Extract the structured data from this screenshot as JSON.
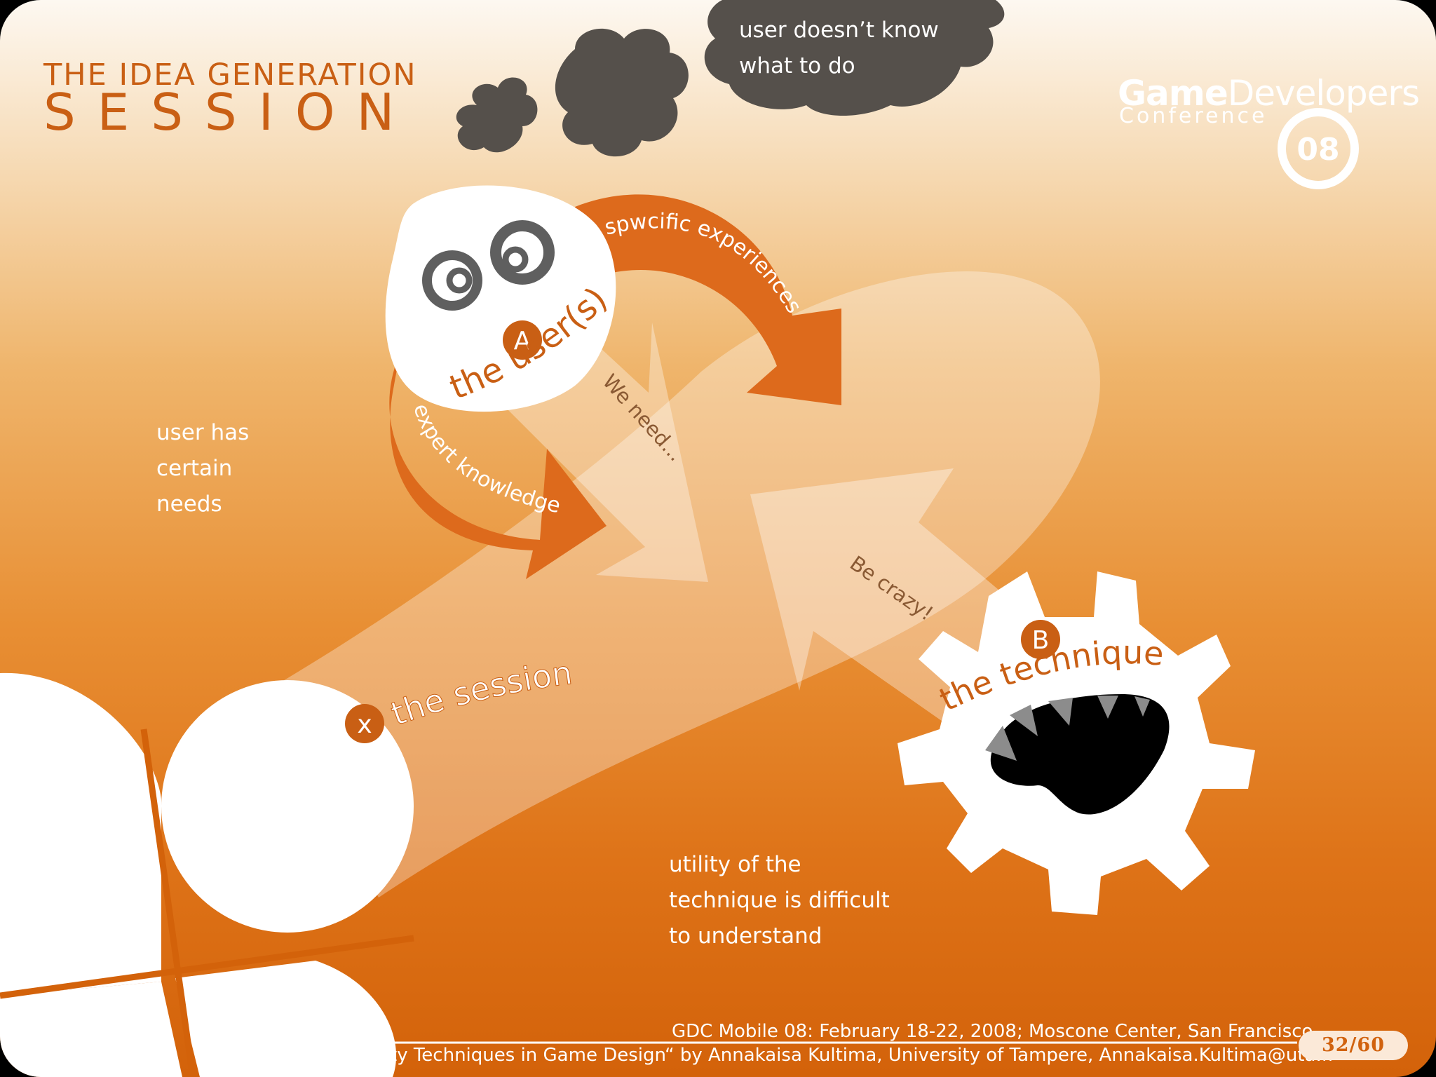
{
  "slide": {
    "title_line1": "THE IDEA GENERATION",
    "title_line2": "SESSION",
    "cloud_text_line1": "user doesn’t know",
    "cloud_text_line2": "what to do",
    "user_needs_lines": [
      "user has",
      "certain",
      "needs"
    ],
    "utility_lines": [
      "utility of the",
      "technique is difficult",
      "to understand"
    ],
    "nodes": {
      "user": {
        "letter": "A",
        "label": "the user(s)"
      },
      "technique": {
        "letter": "B",
        "label": "the technique"
      },
      "session": {
        "letter": "x",
        "label": "the session"
      }
    },
    "arrows": {
      "top": "spwcific experiences",
      "left": "expert knowledge",
      "we_need": "We need...",
      "be_crazy": "Be crazy!"
    },
    "logo": {
      "word_bold": "Game",
      "word_light": "Developers",
      "line2": "Conference",
      "year": "08"
    },
    "footer": {
      "line1": "GDC Mobile 08: February 18-22, 2008; Moscone Center, San Francisco",
      "line2": "ty Techniques in Game Design“ by Annakaisa Kultima, University of Tampere, Annakaisa.Kultima@uta.fi",
      "page": "32/60"
    },
    "colors": {
      "accent": "#c95f14",
      "orange_arrow": "#dd6a1c",
      "cloud": "#55504b"
    }
  }
}
